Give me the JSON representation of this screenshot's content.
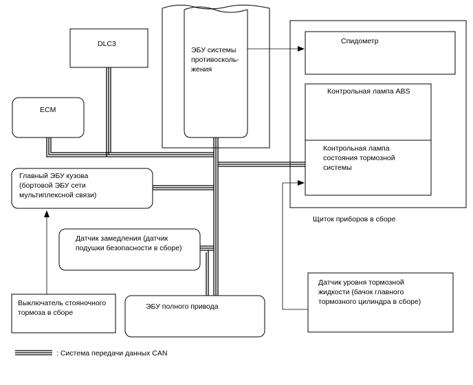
{
  "blocks": {
    "dlc3": "DLC3",
    "ecm": "ECM",
    "abs_ecu": [
      "ЭБУ системы",
      "противосколь-",
      "жения"
    ],
    "speedometer": "Спидометр",
    "abs_lamp": "Контрольная лампа ABS",
    "brake_lamp": [
      "Контрольная лампа",
      "состояния тормозной",
      "системы"
    ],
    "body_ecu": [
      "Главный ЭБУ кузова",
      "(бортовой ЭБУ сети",
      "мультиплексной связи)"
    ],
    "decel_sensor": [
      "Датчик замедления (датчик",
      "подушки безопасности в сборе)"
    ],
    "parking_switch": [
      "Выключатель стояночного",
      "тормоза в сборе"
    ],
    "awd_ecu": "ЭБУ полного привода",
    "fluid_sensor": [
      "Датчик уровня тормозной",
      "жидкости (бачок главного",
      "тормозного цилиндра в сборе)"
    ]
  },
  "combination_meter_label": "Щиток приборов в сборе",
  "legend": {
    "can_label": ": Система передачи данных CAN"
  }
}
